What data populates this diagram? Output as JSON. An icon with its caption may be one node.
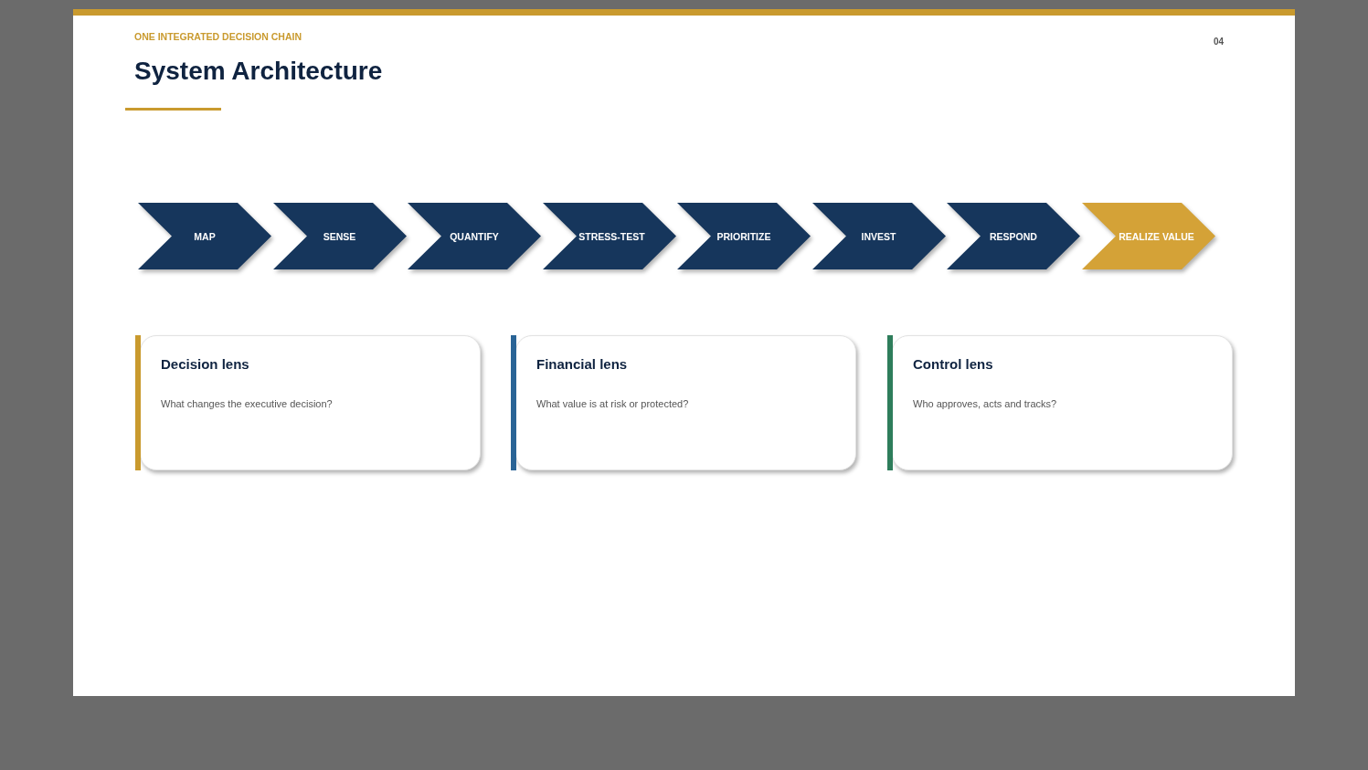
{
  "diagram": {
    "title": "System Architecture",
    "nodes": [
      {
        "text": [
          "MAP"
        ]
      },
      {
        "text": [
          "SENSE"
        ]
      },
      {
        "text": [
          "QUANTIFY"
        ]
      },
      {
        "text": [
          "STRESS-TEST"
        ]
      },
      {
        "text": [
          "PRIORITIZE"
        ]
      },
      {
        "text": [
          "INVEST"
        ]
      },
      {
        "text": [
          "RESPOND"
        ]
      },
      {
        "text": [
          "REALIZE VALUE"
        ]
      },
      {
        "text": [
          "Decision lens",
          "What changes the executive decision?"
        ]
      },
      {
        "text": [
          "Financial lens",
          "What value is at risk or protected?"
        ]
      },
      {
        "text": [
          "Control lens",
          "Who approves, acts and tracks?"
        ]
      }
    ],
    "edges": [],
    "labels": [
      "ONE INTEGRATED DECISION CHAIN",
      "04"
    ]
  }
}
